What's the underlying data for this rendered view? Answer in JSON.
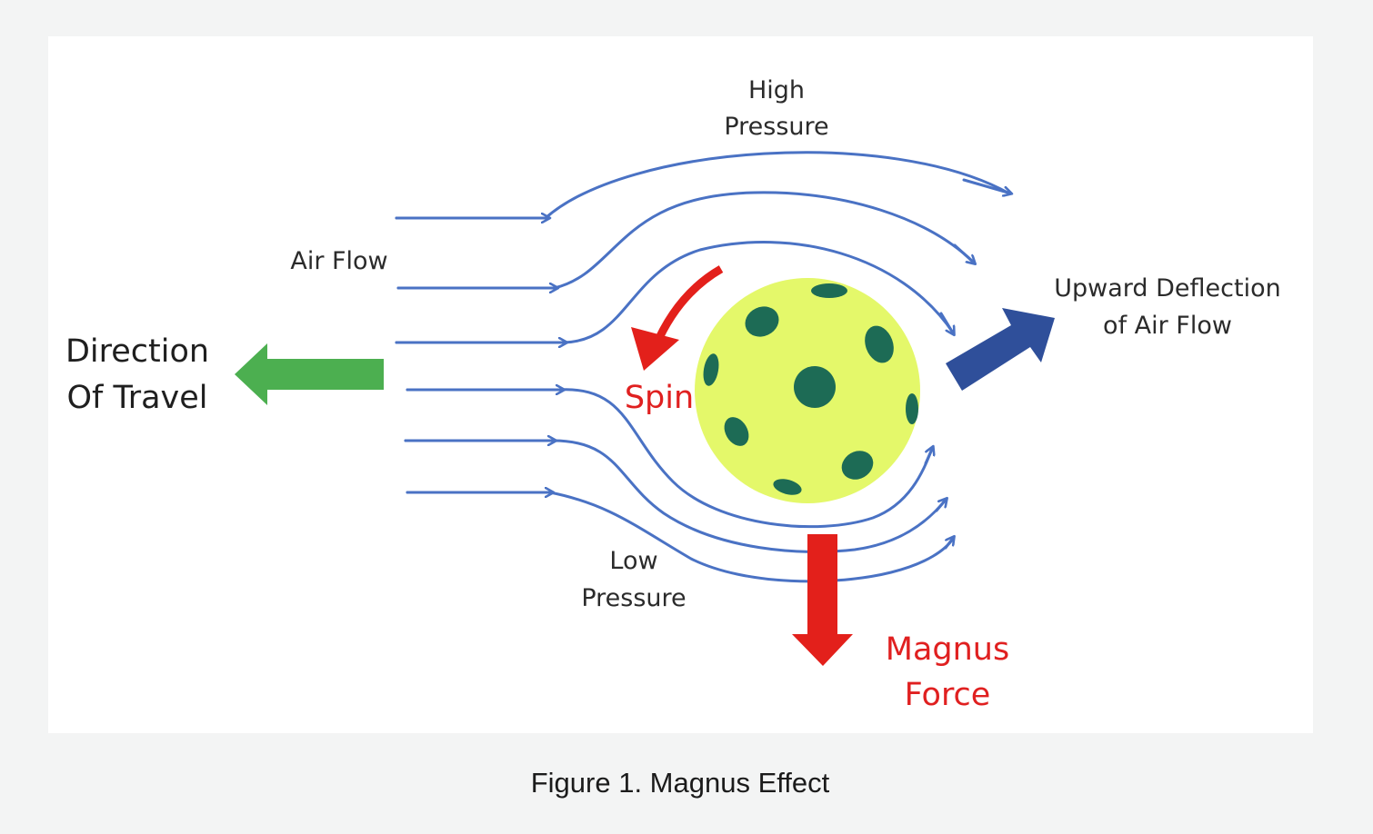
{
  "diagram": {
    "labels": {
      "high_pressure_line1": "High",
      "high_pressure_line2": "Pressure",
      "air_flow": "Air Flow",
      "direction_line1": "Direction",
      "direction_line2": "Of Travel",
      "spin": "Spin",
      "upward_line1": "Upward Deflection",
      "upward_line2": "of Air Flow",
      "low_pressure_line1": "Low",
      "low_pressure_line2": "Pressure",
      "magnus_line1": "Magnus",
      "magnus_line2": "Force"
    },
    "colors": {
      "airflow_lines": "#4a72c4",
      "ball_fill": "#e4f86a",
      "ball_holes": "#1d6b55",
      "direction_arrow": "#4caf50",
      "spin_arrow": "#e3201b",
      "magnus_arrow": "#e3201b",
      "deflection_arrow": "#2f4f9a",
      "red_text": "#e02020"
    }
  },
  "caption": "Figure 1. Magnus Effect"
}
